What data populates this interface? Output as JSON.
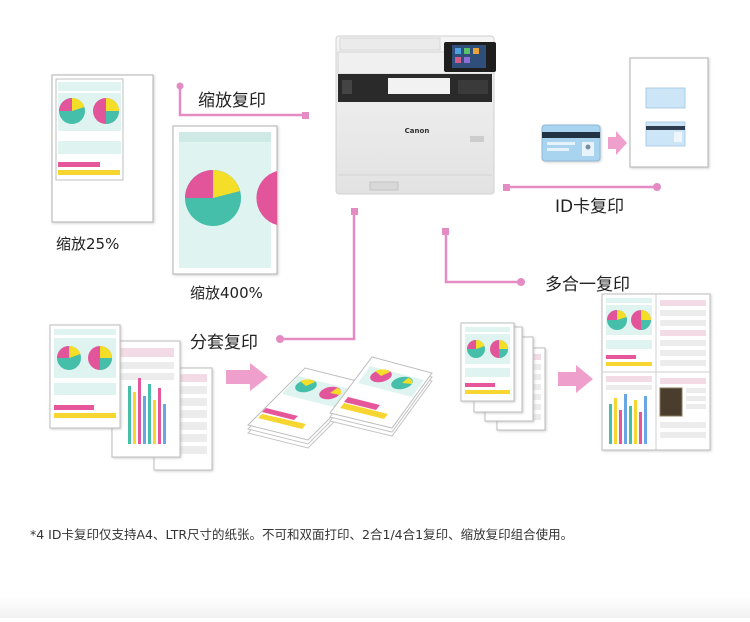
{
  "labels": {
    "zoom_copy": "缩放复印",
    "zoom_25": "缩放25%",
    "zoom_400": "缩放400%",
    "id_card_copy": "ID卡复印",
    "collate_copy": "分套复印",
    "n_in_1_copy": "多合一复印"
  },
  "printer": {
    "brand": "Canon"
  },
  "footnote": "*4  ID卡复印仅支持A4、LTR尺寸的纸张。不可和双面打印、2合1/4合1复印、缩放复印组合使用。",
  "colors": {
    "connector_pink": "#e48bc4",
    "arrow_pink": "#ef9fcc",
    "pie_teal": "#45bfa9",
    "pie_magenta": "#e2559b",
    "pie_yellow": "#f4de28",
    "page_tint": "#dff3f1",
    "bar_yellow": "#f7d631",
    "bar_pink": "#e6569a"
  }
}
